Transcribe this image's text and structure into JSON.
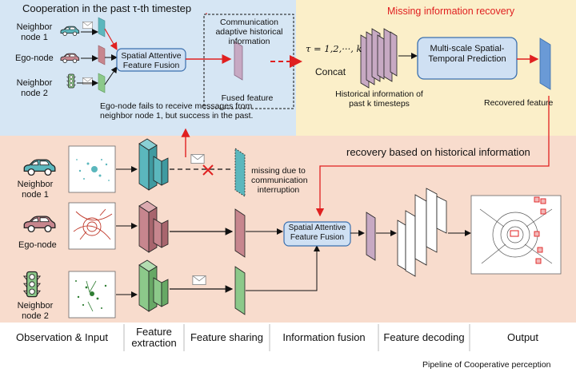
{
  "top": {
    "cooperation_title": "Cooperation  in the past τ-th timestep",
    "missing_title": "Missing information recovery",
    "comm_box_title": "Communication adaptive historical information",
    "fused_feature": "Fused feature",
    "saff": "Spatial Attentive Feature Fusion",
    "tau": "τ = 1,2,···, k",
    "concat": "Concat",
    "history_label": "Historical information of past k timesteps",
    "msstp": "Multi-scale Spatial-Temporal Prediction",
    "recovered": "Recovered feature",
    "fail_note": "Ego-node fails to receive messages from neighbor node 1, but success in the past.",
    "nodes": [
      "Neighbor node 1",
      "Ego-node",
      "Neighbor node 2"
    ]
  },
  "bottom": {
    "recovery_title": "recovery based on historical information",
    "missing_note": "missing due to communication interruption",
    "saff": "Spatial Attentive Feature Fusion",
    "nodes": [
      "Neighbor node 1",
      "Ego-node",
      "Neighbor node 2"
    ]
  },
  "stages": [
    "Observation & Input",
    "Feature extraction",
    "Feature sharing",
    "Information fusion",
    "Feature decoding",
    "Output"
  ],
  "caption": "Pipeline of Cooperative perception",
  "colors": {
    "top_left_bg": "#d6e6f4",
    "top_right_bg": "#fbefc9",
    "bottom_bg": "#f8dccd",
    "red": "#e02020",
    "teal": "#5bb7bd",
    "rose": "#c7868e",
    "green": "#8cc98a",
    "purple": "#c7a9c3",
    "blue_feat": "#6a9ad6"
  },
  "icons": [
    "car-teal-icon",
    "car-rose-icon",
    "traffic-light-icon",
    "envelope-icon",
    "cross-icon"
  ]
}
